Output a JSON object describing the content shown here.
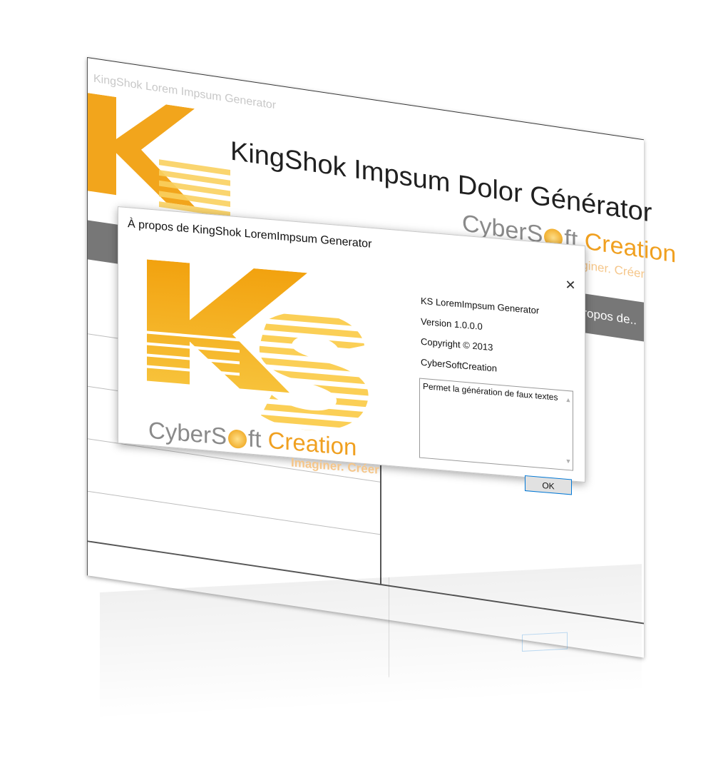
{
  "main_window": {
    "title": "KingShok Lorem Impsum Generator",
    "heading": "KingShok Impsum Dolor Générator",
    "brand_cyber": "CyberS",
    "brand_ft": "ft",
    "brand_creation": "Creation",
    "tagline": "Imaginer. Créer",
    "toolbar_about": "À propos de.."
  },
  "dialog": {
    "title": "À propos de KingShok LoremImpsum Generator",
    "close_glyph": "✕",
    "product_name": "KS LoremImpsum Generator",
    "version": "Version 1.0.0.0",
    "copyright": "Copyright © 2013",
    "company": "CyberSoftCreation",
    "description": "Permet la génération de faux textes",
    "brand_cyber": "CyberS",
    "brand_ft": "ft",
    "brand_creation": "Creation",
    "tagline": "Imaginer. Créer",
    "ok_label": "OK"
  },
  "colors": {
    "accent_orange": "#f0a020",
    "logo_yellow": "#f7c23a",
    "toolbar_gray": "#777777",
    "focus_blue": "#0078d7"
  }
}
